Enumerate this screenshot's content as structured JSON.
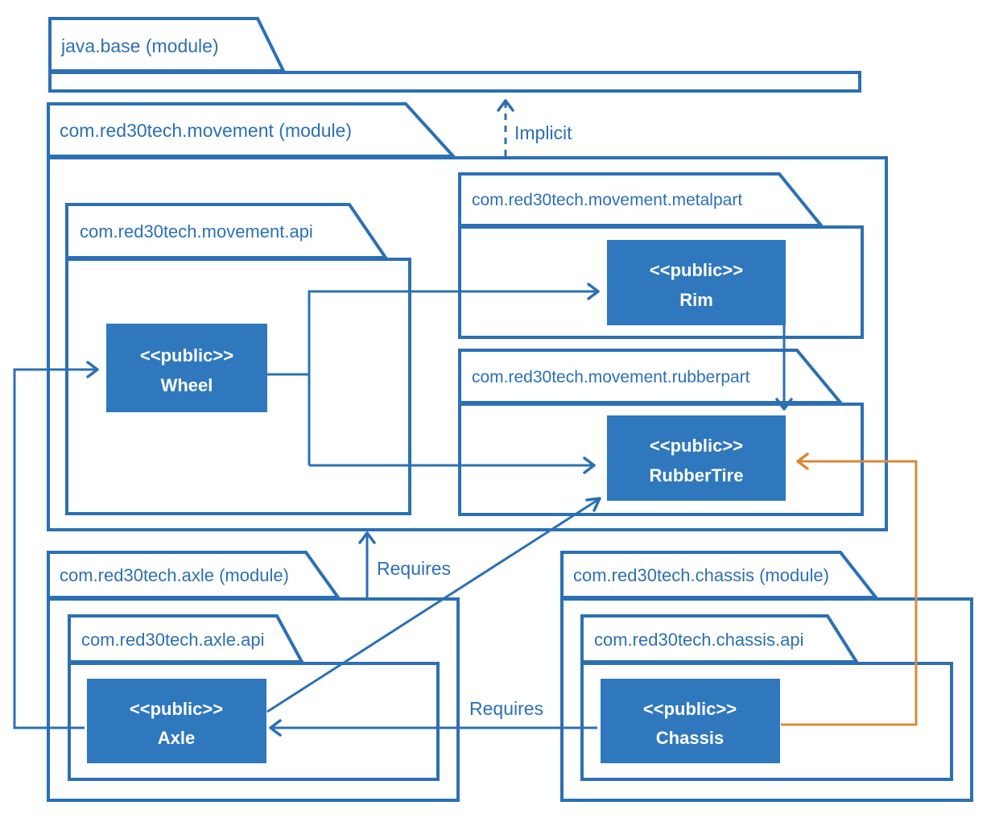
{
  "packages": {
    "java_base": "java.base (module)",
    "movement_module": "com.red30tech.movement (module)",
    "movement_api": "com.red30tech.movement.api",
    "metalpart": "com.red30tech.movement.metalpart",
    "rubberpart": "com.red30tech.movement.rubberpart",
    "axle_module": "com.red30tech.axle (module)",
    "axle_api": "com.red30tech.axle.api",
    "chassis_module": "com.red30tech.chassis (module)",
    "chassis_api": "com.red30tech.chassis.api"
  },
  "classes": {
    "wheel": {
      "stereotype": "<<public>>",
      "name": "Wheel"
    },
    "rim": {
      "stereotype": "<<public>>",
      "name": "Rim"
    },
    "rubbertire": {
      "stereotype": "<<public>>",
      "name": "RubberTire"
    },
    "axle": {
      "stereotype": "<<public>>",
      "name": "Axle"
    },
    "chassis": {
      "stereotype": "<<public>>",
      "name": "Chassis"
    }
  },
  "relations": {
    "implicit": "Implicit",
    "requires_axle_to_movement": "Requires",
    "requires_chassis_to_axle": "Requires"
  },
  "colors": {
    "primary_blue": "#2b70b4",
    "class_fill": "#2f78be",
    "orange_link": "#d9893a"
  }
}
